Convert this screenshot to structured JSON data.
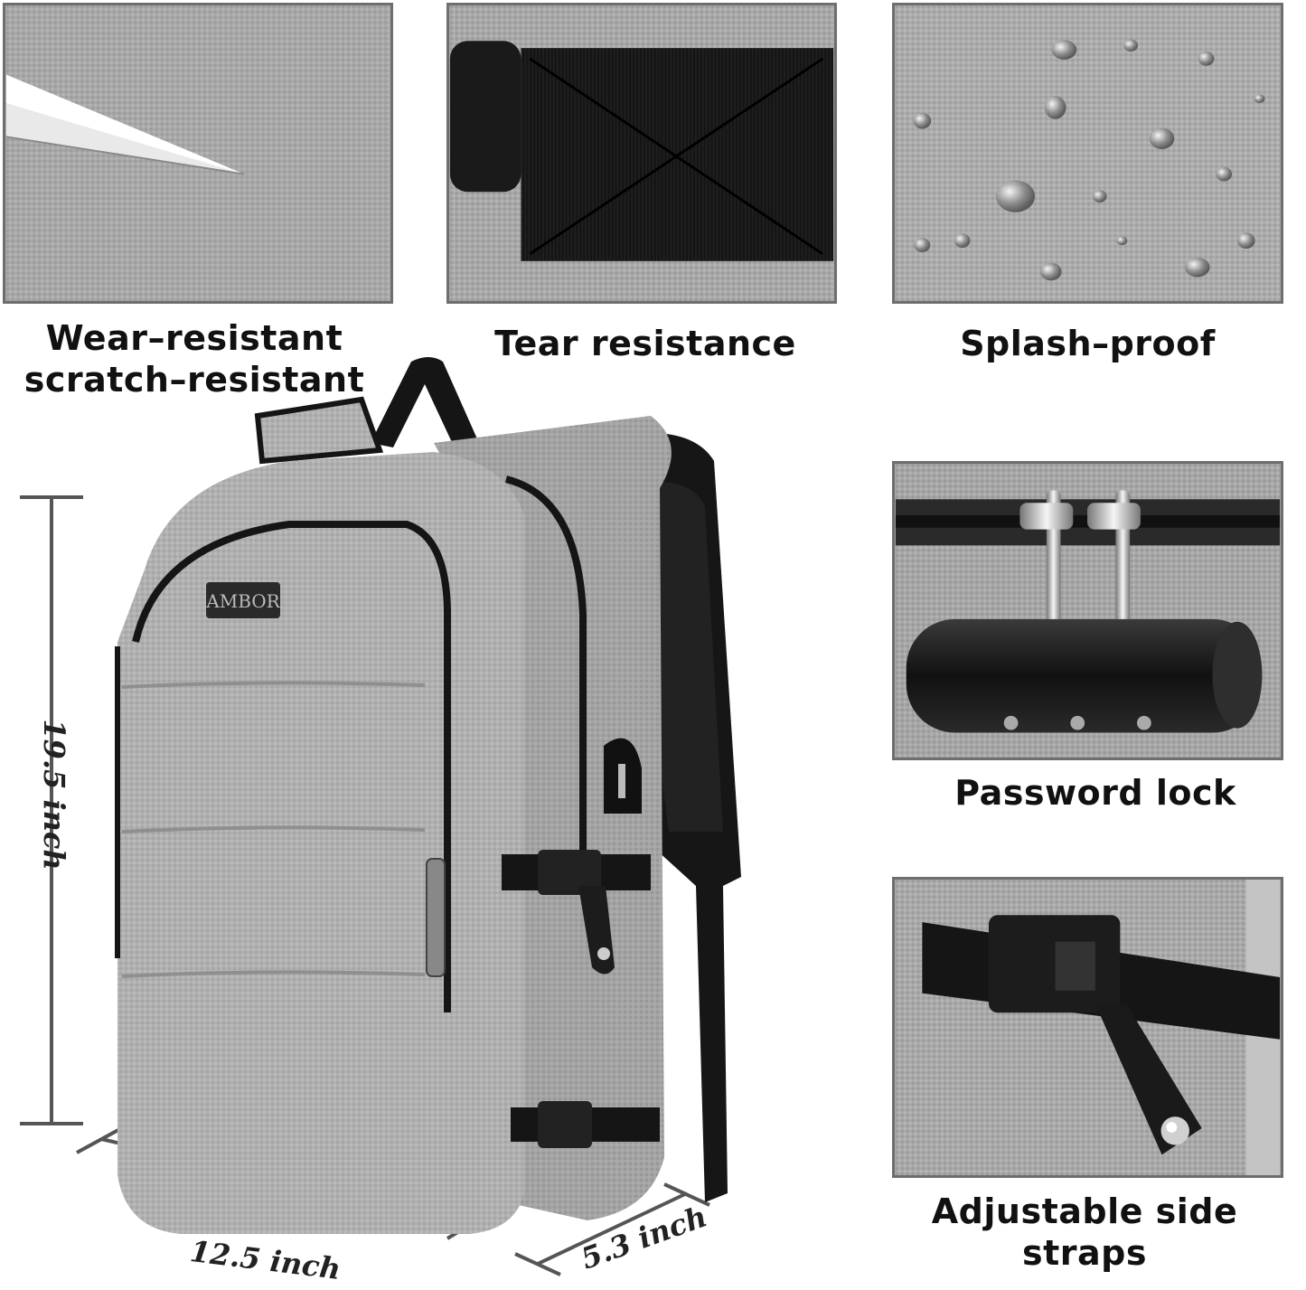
{
  "features": {
    "wear": {
      "line1": "Wear–resistant",
      "line2": "scratch–resistant"
    },
    "tear": {
      "label": "Tear resistance"
    },
    "splash": {
      "label": "Splash–proof"
    },
    "lock": {
      "label": "Password lock"
    },
    "strap": {
      "label": "Adjustable side straps"
    }
  },
  "dimensions": {
    "height": "19.5 inch",
    "width": "12.5 inch",
    "depth": "5.3 inch"
  },
  "brand": {
    "logo_text": "AMBOR"
  },
  "colors": {
    "fabric": "#a9a9a9",
    "fabric_dark": "#8a8a8a",
    "border": "#6e6e6e",
    "strap": "#111111",
    "text": "#111111"
  },
  "icons": [
    "knife-icon",
    "webbing-icon",
    "water-drops-icon",
    "combination-lock-icon",
    "buckle-icon",
    "usb-port-icon"
  ]
}
